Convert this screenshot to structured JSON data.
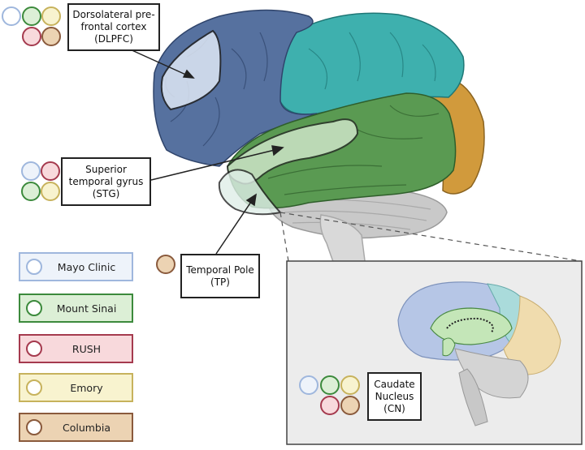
{
  "colors": {
    "mayo": "#9fb7dd",
    "mayo_fill": "#eef3fa",
    "sinai": "#3c8a3c",
    "sinai_fill": "#dcefd6",
    "rush": "#a53a4e",
    "rush_fill": "#f8d9dc",
    "emory": "#c7b25c",
    "emory_fill": "#f8f3cf",
    "columbia": "#8a5a3c",
    "columbia_fill": "#ecd3b3",
    "frontal_lobe": "#56719f",
    "parietal_lobe": "#3eb0ae",
    "occipital_lobe": "#d19a3c",
    "temporal_lobe": "#5a9a52",
    "cerebellum": "#bdbdbd"
  },
  "labels": {
    "dlpfc": [
      "Dorsolateral pre-",
      "frontal cortex",
      "(DLPFC)"
    ],
    "stg": [
      "Superior",
      "temporal gyrus",
      "(STG)"
    ],
    "tp": [
      "Temporal Pole",
      "(TP)"
    ],
    "cn": [
      "Caudate",
      "Nucleus",
      "(CN)"
    ]
  },
  "legend": [
    {
      "label": "Mayo Clinic",
      "key": "mayo"
    },
    {
      "label": "Mount Sinai",
      "key": "sinai"
    },
    {
      "label": "RUSH",
      "key": "rush"
    },
    {
      "label": "Emory",
      "key": "emory"
    },
    {
      "label": "Columbia",
      "key": "columbia"
    }
  ],
  "region_centers": {
    "dlpfc": [
      "mayo",
      "sinai",
      "emory",
      "rush",
      "columbia"
    ],
    "stg": [
      "mayo",
      "rush",
      "sinai",
      "emory"
    ],
    "tp": [
      "columbia"
    ],
    "cn": [
      "mayo",
      "sinai",
      "emory",
      "rush",
      "columbia"
    ]
  }
}
